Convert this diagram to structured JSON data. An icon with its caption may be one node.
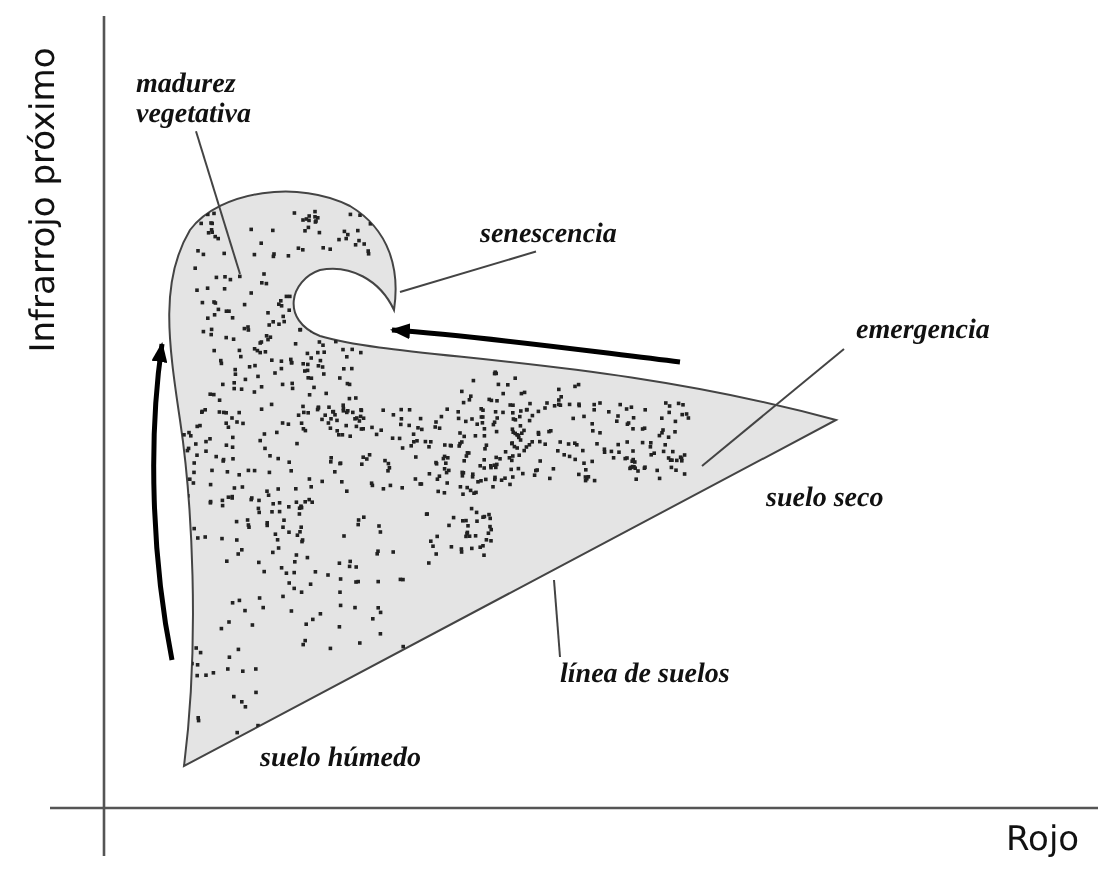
{
  "diagram": {
    "nodes": [
      {
        "text": [
          "madurez vegetativa"
        ]
      },
      {
        "text": [
          "senescencia"
        ]
      },
      {
        "text": [
          "emergencia"
        ]
      },
      {
        "text": [
          "línea de suelos"
        ]
      }
    ],
    "edges": [
      {
        "from": 0,
        "to": null,
        "arrow": "none"
      },
      {
        "from": 1,
        "to": null,
        "arrow": "none"
      },
      {
        "from": 2,
        "to": null,
        "arrow": "none"
      },
      {
        "from": 3,
        "to": null,
        "arrow": "none"
      }
    ],
    "labels": [
      "Infrarrojo próximo",
      "suelo seco",
      "suelo húmedo",
      "Rojo"
    ]
  }
}
